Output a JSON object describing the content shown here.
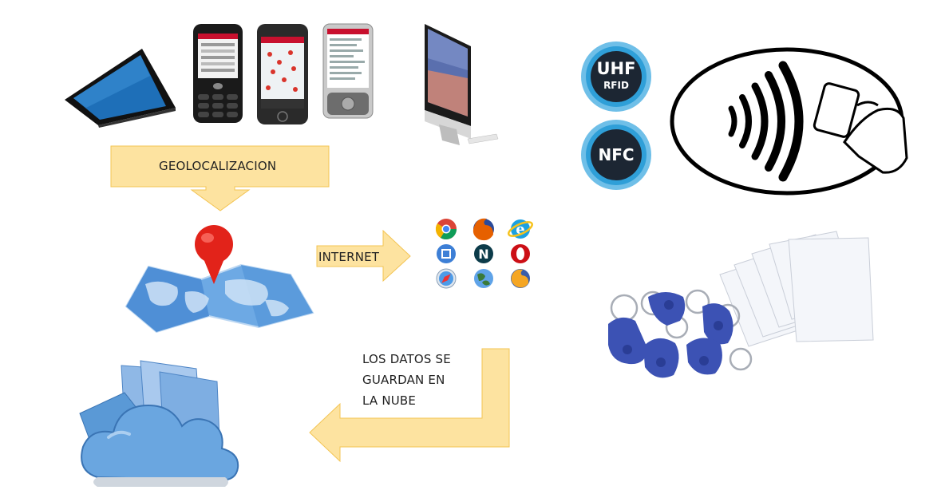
{
  "labels": {
    "geolocation": "GEOLOCALIZACION",
    "internet": "INTERNET",
    "cloud_line1": "LOS DATOS SE",
    "cloud_line2": "GUARDAN EN",
    "cloud_line3": "LA NUBE"
  },
  "badges": {
    "uhf_top": "UHF",
    "uhf_bottom": "RFID",
    "nfc": "NFC"
  },
  "colors": {
    "arrow_fill": "#fde3a0",
    "arrow_stroke": "#f3c453",
    "badge_ring": "#2f9fd8",
    "badge_core": "#1c2633",
    "tag_blue": "#3c52b4",
    "map_blue": "#4f8fd6",
    "pin_red": "#e2231a",
    "cloud_blue": "#5a99d6"
  },
  "icons": [
    "tablet-icon",
    "blackberry-phone-icon",
    "iphone-icon",
    "nokia-phone-icon",
    "imac-icon",
    "uhf-rfid-badge-icon",
    "nfc-badge-icon",
    "contactless-card-icon",
    "map-pin-icon",
    "browser-icons-grid",
    "rfid-keyfobs-icon",
    "rfid-cards-icon",
    "cloud-folder-icon"
  ]
}
